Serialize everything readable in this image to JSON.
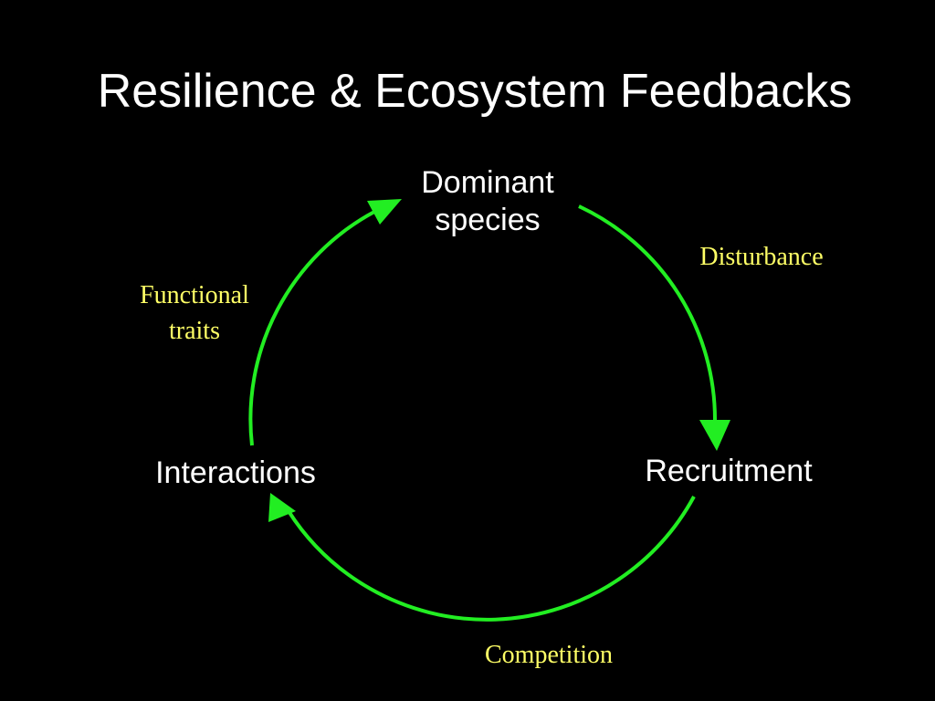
{
  "title": "Resilience & Ecosystem Feedbacks",
  "colors": {
    "background": "#000000",
    "text": "#ffffff",
    "edge_label": "#ffff66",
    "arrow": "#22ee22"
  },
  "nodes": {
    "dominant_species": {
      "line1": "Dominant",
      "line2": "species"
    },
    "recruitment": "Recruitment",
    "interactions": "Interactions"
  },
  "edges": {
    "disturbance": "Disturbance",
    "competition": "Competition",
    "functional_traits": {
      "line1": "Functional",
      "line2": "traits"
    }
  }
}
